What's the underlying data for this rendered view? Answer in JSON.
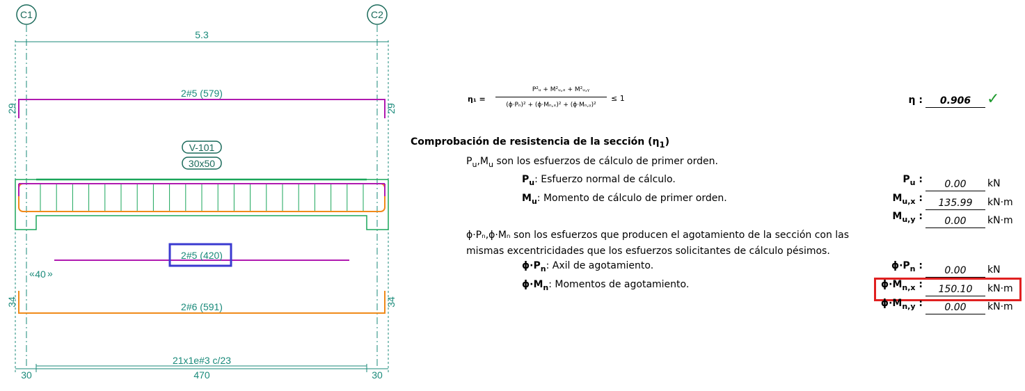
{
  "drawing": {
    "column_left": "C1",
    "column_right": "C2",
    "span_length": "5.3",
    "top_bar_label": "2#5 (579)",
    "top_hook_left": "29",
    "top_hook_right": "29",
    "beam_name": "V-101",
    "beam_section": "30x50",
    "mid_bar_label": "2#5 (420)",
    "anchor_offset": "40",
    "bottom_hook_left": "34",
    "bottom_hook_right": "34",
    "bottom_bar_label": "2#6 (591)",
    "stirrups_label": "21x1e#3 c/23",
    "dim_left": "30",
    "dim_mid": "470",
    "dim_right": "30",
    "colors": {
      "dimension": "#1a8a7a",
      "top_bar": "#b01ab0",
      "bottom_bar": "#f08a1a",
      "concrete": "#1aa55a",
      "highlight_blue": "#3a3ad0"
    }
  },
  "report": {
    "formula": {
      "lhs": "η₁ =",
      "numerator": "P²ᵤ + M²ᵤ,ₓ + M²ᵤ,ᵧ",
      "denominator": "(ϕ·Pₙ)² + (ϕ·Mₙ,ₓ)² + (ϕ·Mₙ,ᵧ)²",
      "condition": "≤ 1"
    },
    "eta_label": "η",
    "eta_value": "0.906",
    "heading": "Comprobación de resistencia de la sección (η",
    "heading_sub": "1",
    "heading_close": ")",
    "pu_mu_intro_a": "P",
    "pu_mu_intro_sub_a": "u",
    "pu_mu_intro_b": ",M",
    "pu_mu_intro_sub_b": "u",
    "pu_mu_intro_text": " son los esfuerzos de cálculo de primer orden.",
    "pu_desc_sym": "P",
    "pu_desc_sub": "u",
    "pu_desc_text": ": Esfuerzo normal de cálculo.",
    "mu_desc_sym": "M",
    "mu_desc_sub": "u",
    "mu_desc_text": ": Momento de cálculo de primer orden.",
    "phi_intro_line1": "ϕ·Pₙ,ϕ·Mₙ son los esfuerzos que producen el agotamiento de la sección con las",
    "phi_intro_line2": "mismas excentricidades que los esfuerzos solicitantes de cálculo pésimos.",
    "phipn_desc_sym": "ϕ·P",
    "phipn_desc_sub": "n",
    "phipn_desc_text": ": Axil de agotamiento.",
    "phimn_desc_sym": "ϕ·M",
    "phimn_desc_sub": "n",
    "phimn_desc_text": ": Momentos de agotamiento.",
    "rows": {
      "pu": {
        "sym": "P",
        "sub": "u",
        "value": "0.00",
        "unit": "kN"
      },
      "mux": {
        "sym": "M",
        "sub": "u,x",
        "value": "135.99",
        "unit": "kN·m"
      },
      "muy": {
        "sym": "M",
        "sub": "u,y",
        "value": "0.00",
        "unit": "kN·m"
      },
      "phipn": {
        "sym": "ϕ·P",
        "sub": "n",
        "value": "0.00",
        "unit": "kN"
      },
      "phimnx": {
        "sym": "ϕ·M",
        "sub": "n,x",
        "value": "150.10",
        "unit": "kN·m"
      },
      "phimny": {
        "sym": "ϕ·M",
        "sub": "n,y",
        "value": "0.00",
        "unit": "kN·m"
      }
    }
  }
}
